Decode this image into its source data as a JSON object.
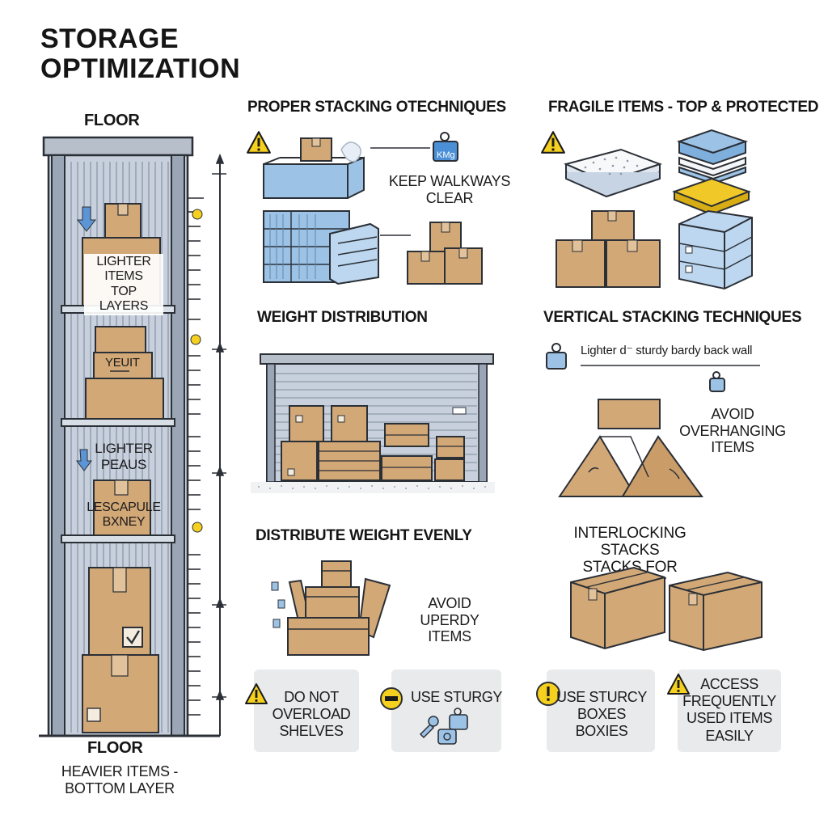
{
  "title": {
    "line1": "STORAGE",
    "line2": "OPTIMIZATION"
  },
  "rack": {
    "top_label": "FLOOR",
    "bottom_label": "FLOOR",
    "bottom_caption_line1": "HEAVIER ITEMS -",
    "bottom_caption_line2": "BOTTOM LAYER",
    "box_label_1": [
      "LIGHTER",
      "ITEMS",
      "TOP LAYERS"
    ],
    "box_label_2": "YEUIT",
    "box_label_3": [
      "LIGHTER",
      "PEAUS"
    ],
    "box_label_4": [
      "LESCAPULE",
      "BXNEY"
    ]
  },
  "sections": {
    "proper_stacking": {
      "title": "PROPER STACKING OTECHNIQUES",
      "weight_tag": "KMg",
      "note": [
        "KEEP WALKWAYS",
        "CLEAR"
      ]
    },
    "fragile": {
      "title": "FRAGILE ITEMS - TOP & PROTECTED"
    },
    "weight_distribution": {
      "title": "WEIGHT DISTRIBUTION"
    },
    "vertical_stacking": {
      "title": "VERTICAL STACKING TECHNIQUES",
      "note": "Lighter d⁻ sturdy bardy back wall",
      "avoid": [
        "AVOID",
        "OVERHANGING",
        "ITEMS"
      ]
    },
    "distribute_weight": {
      "title": "DISTRIBUTE WEIGHT EVENLY",
      "avoid": [
        "AVOID",
        "UPERDY ITEMS"
      ]
    },
    "interlocking": {
      "title_line1": "INTERLOCKING STACKS",
      "title_line2": "STACKS FOR STABILITY"
    }
  },
  "tips": [
    {
      "text": [
        "DO NOT",
        "OVERLOAD",
        "SHELVES"
      ]
    },
    {
      "text": [
        "USE STURGY"
      ]
    },
    {
      "text": [
        "USE STURCY",
        "BOXES BOXIES"
      ]
    },
    {
      "text": [
        "ACCESS",
        "FREQUENTLY",
        "USED ITEMS",
        "EASILY"
      ]
    }
  ],
  "colors": {
    "cardboard": "#d2a877",
    "cardboard_dark": "#b88a58",
    "steel": "#a9b4c3",
    "blue": "#9cc3e6",
    "warning": "#f5d01e"
  }
}
